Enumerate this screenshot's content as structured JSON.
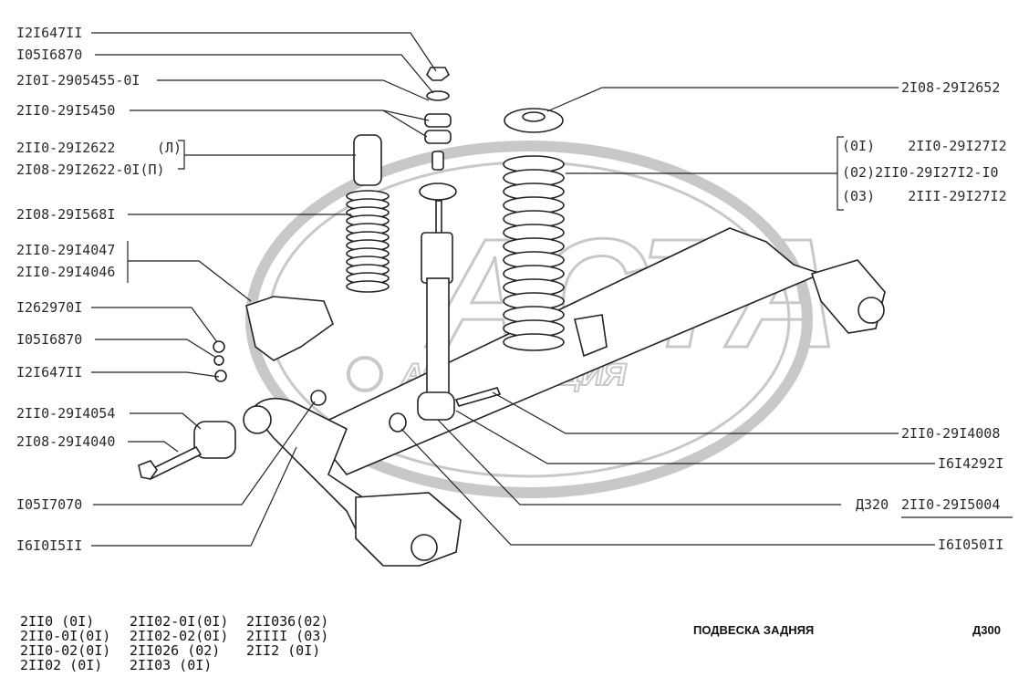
{
  "watermark": {
    "logo_text": "АСТА",
    "sub_text": "АССОЦИАЦИЯ"
  },
  "left_labels": [
    "I2I647II",
    "I05I6870",
    "2I0I-2905455-0I",
    "2II0-29I5450",
    "2II0-29I2622",
    "(Л)",
    "2I08-29I2622-0I(П)",
    "2I08-29I568I",
    "2II0-29I4047",
    "2II0-29I4046",
    "I262970I",
    "I05I6870",
    "I2I647II",
    "2II0-29I4054",
    "2I08-29I4040",
    "I05I7070",
    "I6I0I5II"
  ],
  "right_labels": {
    "top": "2I08-29I2652",
    "spring_variants": [
      "(0I)    2II0-29I27I2",
      "(02)2II0-29I27I2-I0",
      "(03)    2III-29I27I2"
    ],
    "r1": "2II0-29I4008",
    "r2": "I6I4292I",
    "r3_ref": "Д320",
    "r3": "2II0-29I5004",
    "r4": "I6I050II"
  },
  "applicability": [
    [
      "2II0   (0I)",
      "2II02-0I(0I)",
      "2II036(02)"
    ],
    [
      "2II0-0I(0I)",
      "2II02-02(0I)",
      "2IIII (03)"
    ],
    [
      "2II0-02(0I)",
      "2II026  (02)",
      "2II2  (0I)"
    ],
    [
      "2II02  (0I)",
      "2II03   (0I)",
      ""
    ]
  ],
  "footer": {
    "title": "ПОДВЕСКА ЗАДНЯЯ",
    "code": "Д300"
  }
}
